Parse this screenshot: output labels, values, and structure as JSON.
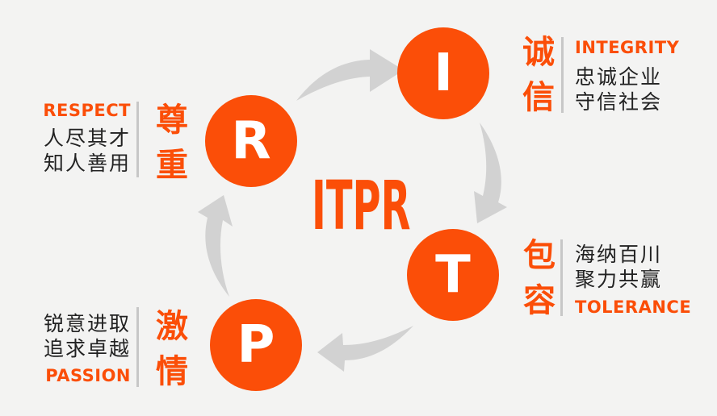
{
  "diagram": {
    "title": "ITPR",
    "values": [
      {
        "letter": "I",
        "cn": "诚信",
        "en": "INTEGRITY",
        "desc1": "忠诚企业",
        "desc2": "守信社会"
      },
      {
        "letter": "T",
        "cn": "包容",
        "en": "TOLERANCE",
        "desc1": "海纳百川",
        "desc2": "聚力共赢"
      },
      {
        "letter": "P",
        "cn": "激情",
        "en": "PASSION",
        "desc1": "锐意进取",
        "desc2": "追求卓越"
      },
      {
        "letter": "R",
        "cn": "尊重",
        "en": "RESPECT",
        "desc1": "人尽其才",
        "desc2": "知人善用"
      }
    ],
    "arrows": [
      "arrow-r-to-i",
      "arrow-i-to-t",
      "arrow-t-to-p",
      "arrow-p-to-r"
    ],
    "colors": {
      "accent_orange": "#FB4E08",
      "text_dark": "#222222",
      "arrow_gray": "#D2D2D2",
      "divider_gray": "#C7C7C7",
      "background": "#F3F3F2",
      "circle_letter": "#FFFFFF"
    }
  }
}
